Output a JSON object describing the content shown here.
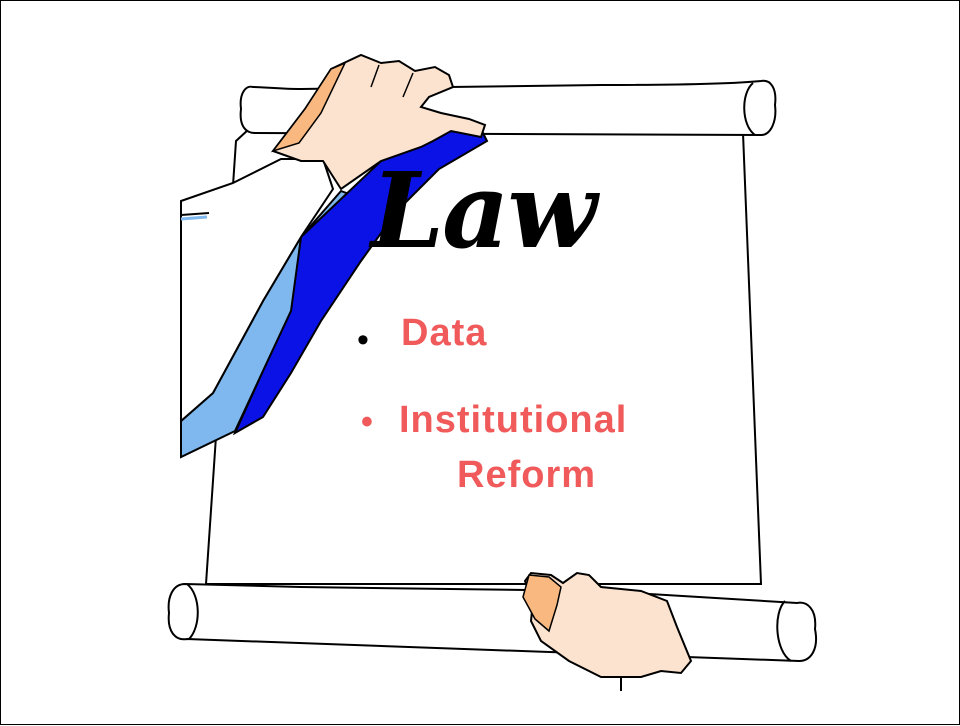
{
  "slide": {
    "title": "Law",
    "bullets": [
      {
        "marker": "•",
        "text": "Data"
      },
      {
        "marker": "•",
        "text": "Institutional",
        "continuation": "Reform"
      }
    ]
  },
  "colors": {
    "bullet_text": "#f05a5a",
    "scroll_fill": "#ffffff",
    "skin_light": "#fce3cf",
    "skin_shadow": "#f9b87f",
    "sleeve_dark_blue": "#0b12e6",
    "sleeve_light_blue": "#7fb8ee"
  },
  "icons": [
    "scroll-illustration",
    "hand-top-icon",
    "hand-bottom-icon"
  ]
}
